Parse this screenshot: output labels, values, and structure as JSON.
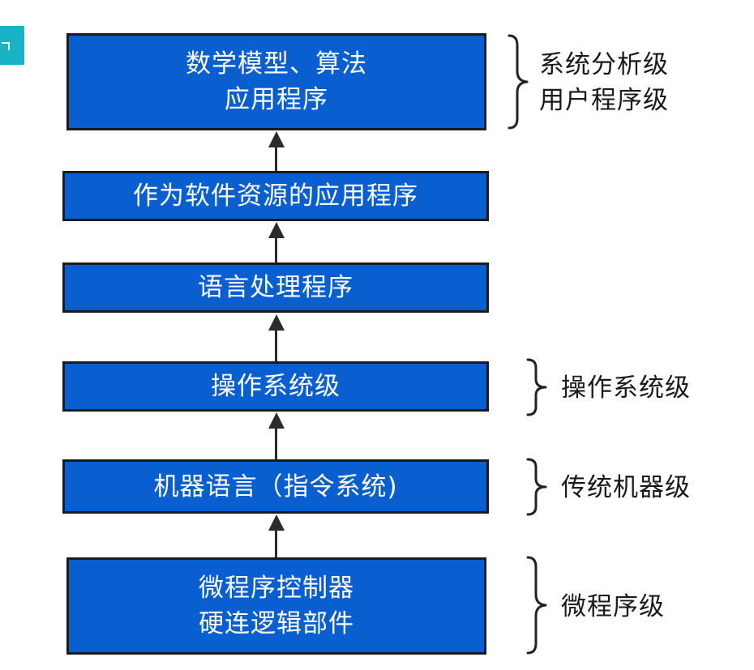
{
  "layers": {
    "app_algo": {
      "line1": "数学模型、算法",
      "line2": "应用程序"
    },
    "software_app": {
      "label": "作为软件资源的应用程序"
    },
    "lang_proc": {
      "label": "语言处理程序"
    },
    "os": {
      "label": "操作系统级"
    },
    "machine_lang": {
      "label": "机器语言（指令系统)"
    },
    "micro": {
      "line1": "微程序控制器",
      "line2": "硬连逻辑部件"
    }
  },
  "levels": {
    "top": {
      "line1": "系统分析级",
      "line2": "用户程序级"
    },
    "os": {
      "label": "操作系统级"
    },
    "machine": {
      "label": "传统机器级"
    },
    "micro": {
      "label": "微程序级"
    }
  },
  "colors": {
    "box_fill": "#0a5fd0",
    "box_text": "#ffffff",
    "corner_tab": "#18b3c4"
  }
}
